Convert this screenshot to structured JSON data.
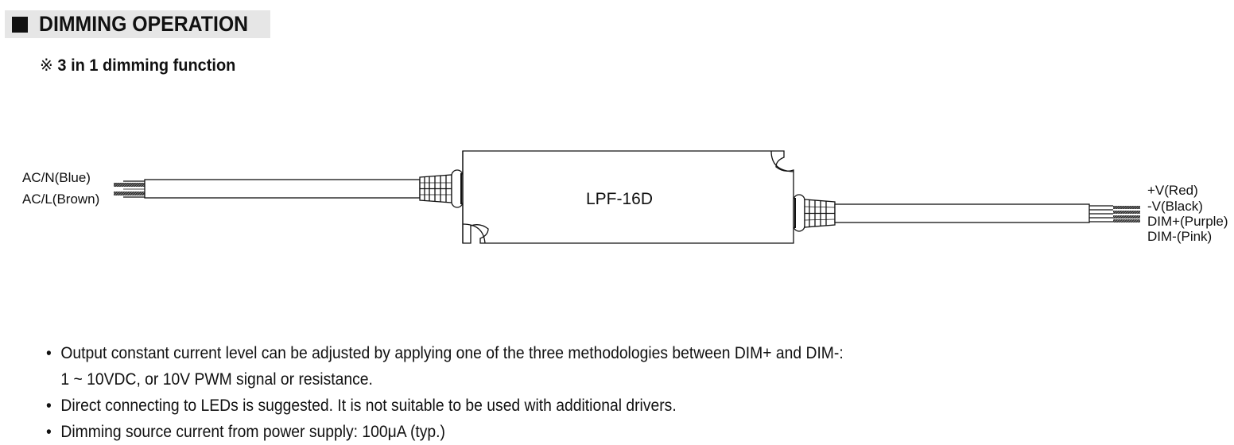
{
  "section": {
    "title": "DIMMING OPERATION",
    "icon": "filled-square-icon"
  },
  "subtitle": {
    "mark": "※",
    "text": "3 in 1 dimming function"
  },
  "diagram": {
    "device_label": "LPF-16D",
    "input_wires": [
      {
        "label": "AC/N(Blue)"
      },
      {
        "label": "AC/L(Brown)"
      }
    ],
    "output_wires": [
      {
        "label": "+V(Red)"
      },
      {
        "label": "-V(Black)"
      },
      {
        "label": "DIM+(Purple)"
      },
      {
        "label": "DIM-(Pink)"
      }
    ]
  },
  "notes": [
    {
      "bullet": "•",
      "line1": "Output constant current level can be adjusted by applying one of the three methodologies between DIM+ and DIM-:",
      "line2": "1 ~ 10VDC, or 10V PWM signal or resistance."
    },
    {
      "bullet": "•",
      "line1": "Direct connecting to LEDs is suggested. It is not suitable to be used with additional drivers."
    },
    {
      "bullet": "•",
      "line1": "Dimming source current from power supply: 100μA (typ.)"
    }
  ]
}
